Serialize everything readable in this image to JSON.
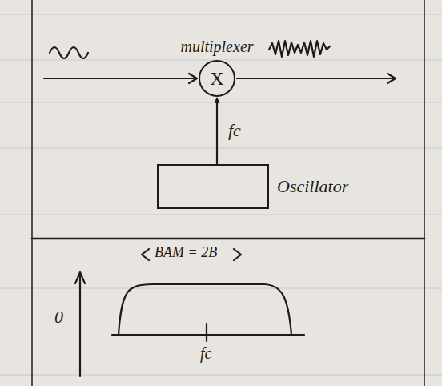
{
  "diagram": {
    "nodes": [
      {
        "text": [
          "multiplexer",
          "X"
        ]
      },
      {
        "text": [
          "Oscillator"
        ]
      }
    ],
    "edges": [
      {
        "from": 1,
        "to": 0,
        "arrow": "to",
        "label": "fc"
      }
    ],
    "labels": [
      "BAM = 2B",
      "0",
      "fc"
    ]
  }
}
